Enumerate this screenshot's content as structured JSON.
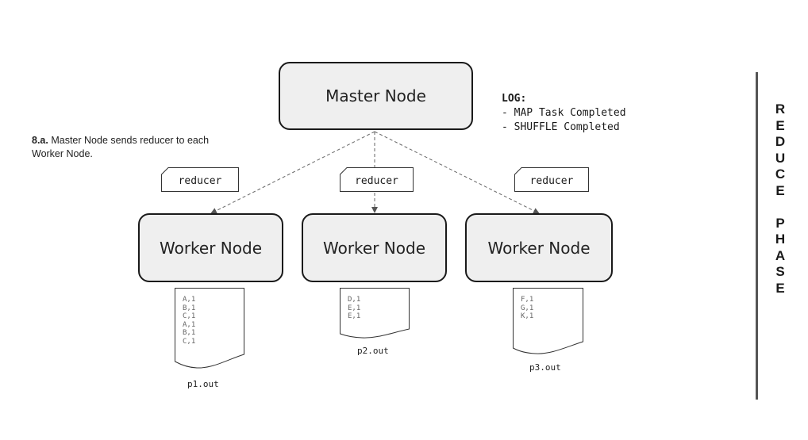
{
  "master_node": {
    "label": "Master Node"
  },
  "worker_nodes": [
    {
      "label": "Worker Node"
    },
    {
      "label": "Worker Node"
    },
    {
      "label": "Worker Node"
    }
  ],
  "reducer_tags": [
    "reducer",
    "reducer",
    "reducer"
  ],
  "step_note": {
    "step": "8.a.",
    "text": " Master Node sends reducer to each Worker Node."
  },
  "log": {
    "title": "LOG:",
    "entries": [
      "- MAP Task Completed",
      "- SHUFFLE Completed"
    ]
  },
  "output_files": [
    {
      "name": "p1.out",
      "lines": [
        "A,1",
        "B,1",
        "C,1",
        "A,1",
        "B,1",
        "C,1"
      ]
    },
    {
      "name": "p2.out",
      "lines": [
        "D,1",
        "E,1",
        "E,1"
      ]
    },
    {
      "name": "p3.out",
      "lines": [
        "F,1",
        "G,1",
        "K,1"
      ]
    }
  ],
  "phase_label": "REDUCE PHASE"
}
